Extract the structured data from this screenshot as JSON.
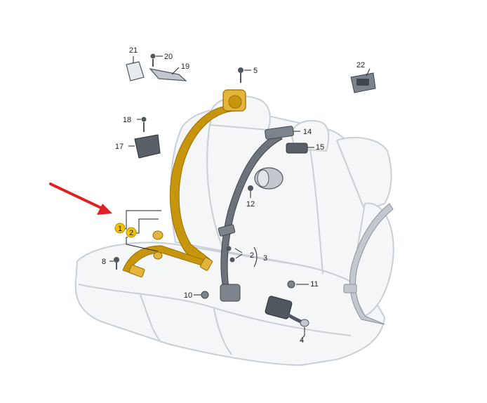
{
  "colors": {
    "belt_highlight": "#C8960C",
    "belt_highlight_light": "#E3B53A",
    "belt_dark": "#5A6068",
    "arrow": "#E02020",
    "seat_outline": "#C9CFD6",
    "seat_fill": "#F4F6F8",
    "part_dark": "#50575F",
    "marker_fill": "#F2C200"
  },
  "callouts": {
    "c1": "1",
    "c2a": "2",
    "c2b": "2",
    "c3": "3",
    "c4": "4",
    "c5": "5",
    "c8": "8",
    "c10": "10",
    "c11": "11",
    "c12": "12",
    "c14": "14",
    "c15": "15",
    "c17": "17",
    "c18": "18",
    "c19": "19",
    "c20": "20",
    "c21": "21",
    "c22": "22"
  },
  "highlighted_items": [
    "1",
    "2"
  ]
}
